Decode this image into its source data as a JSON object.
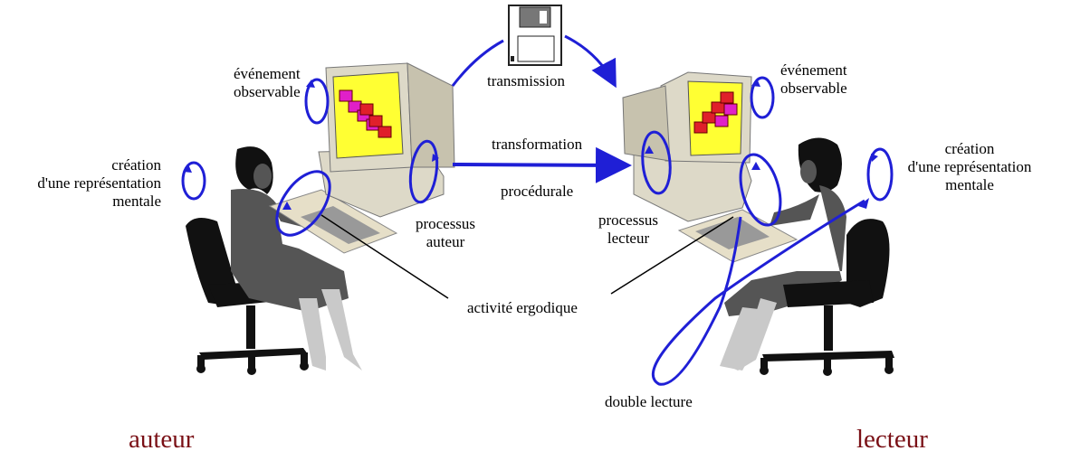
{
  "labels": {
    "transmission": "transmission",
    "transformation": "transformation",
    "procedurale": "procédurale",
    "evenement_left": [
      "événement",
      "observable"
    ],
    "evenement_right": [
      "événement",
      "observable"
    ],
    "creation_left": [
      "création",
      "d'une représentation",
      "mentale"
    ],
    "creation_right": [
      "création",
      "d'une représentation",
      "mentale"
    ],
    "processus_auteur": [
      "processus",
      "auteur"
    ],
    "processus_lecteur": [
      "processus",
      "lecteur"
    ],
    "activite": "activité ergodique",
    "double_lecture": "double lecture"
  },
  "roles": {
    "auteur": "auteur",
    "lecteur": "lecteur"
  },
  "colors": {
    "arrow": "#1f1fd6",
    "role_text": "#7a1016",
    "screen": "#ffff33",
    "squares_left": "#e020c8",
    "squares_right": "#e0202a",
    "monitor": "#ddd9c8",
    "person": "#555555",
    "chair": "#111111"
  }
}
